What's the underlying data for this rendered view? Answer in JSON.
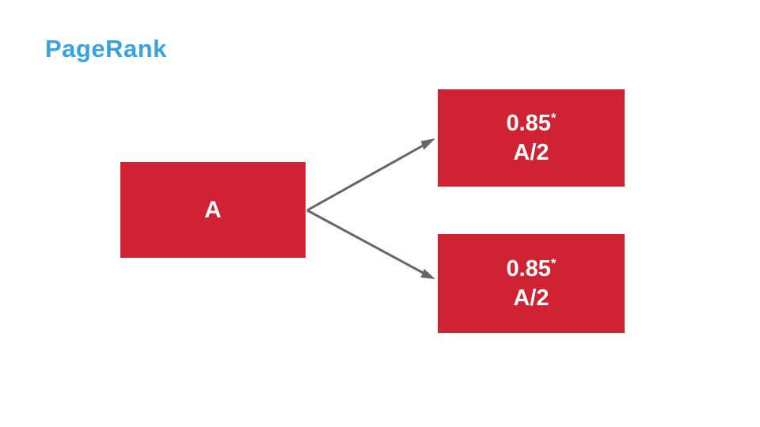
{
  "title": "PageRank",
  "colors": {
    "node_red": "#cf2333",
    "title_blue": "#3aa2dc",
    "arrow_gray": "#666666",
    "node_text": "#ffffff"
  },
  "nodes": {
    "source": {
      "label": "A"
    },
    "target_top": {
      "value": "0.85",
      "sup": "*",
      "formula": "A/2"
    },
    "target_bottom": {
      "value": "0.85",
      "sup": "*",
      "formula": "A/2"
    }
  }
}
